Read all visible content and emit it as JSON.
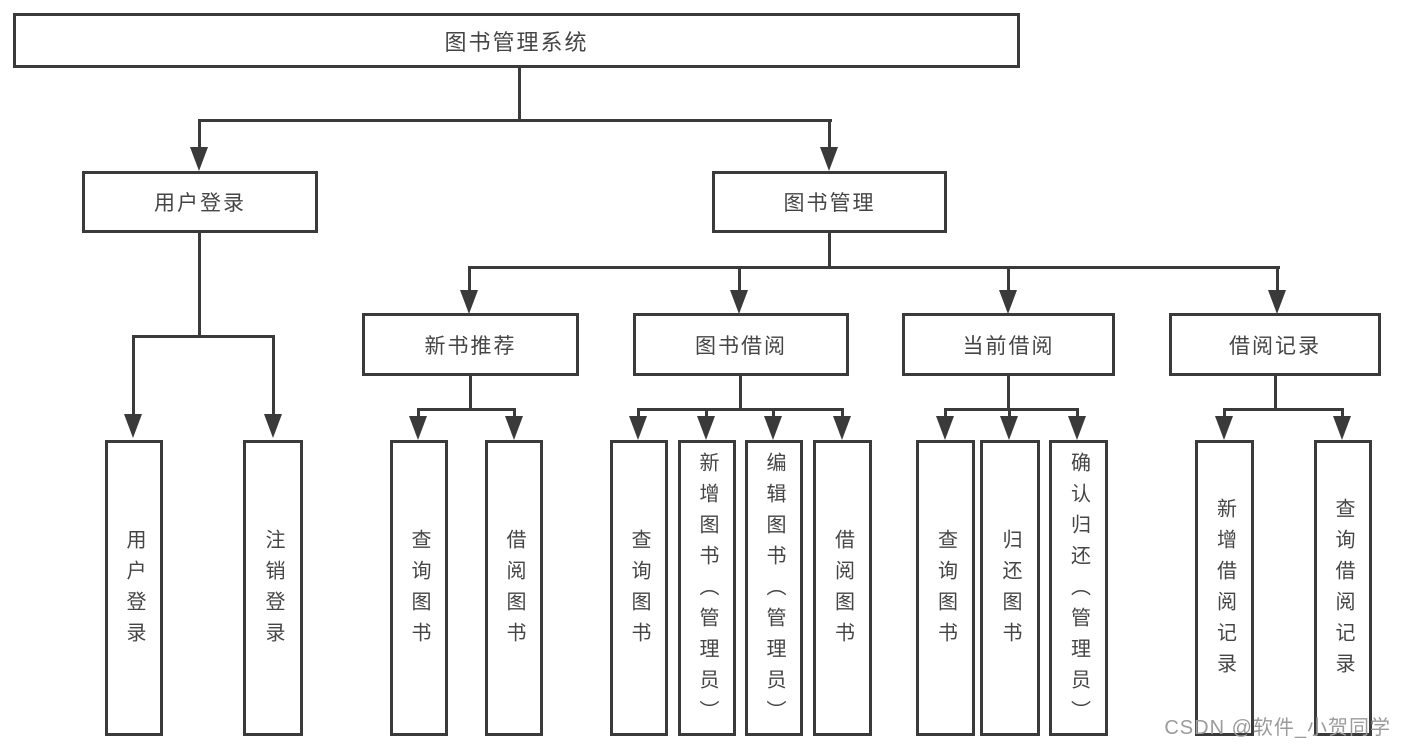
{
  "watermark": "CSDN @软件_小贺同学",
  "colors": {
    "line": "#3a3a3a",
    "node_border": "#3a3a3a",
    "node_text": "#454545",
    "watermark_text": "#9b9b9b",
    "background": "#ffffff"
  },
  "tree": {
    "root": "图书管理系统",
    "branches": [
      {
        "label": "用户登录",
        "children": [
          "用户登录",
          "注销登录"
        ]
      },
      {
        "label": "图书管理",
        "children": [
          {
            "label": "新书推荐",
            "children": [
              "查询图书",
              "借阅图书"
            ]
          },
          {
            "label": "图书借阅",
            "children": [
              "查询图书",
              "新增图书（管理员）",
              "编辑图书（管理员）",
              "借阅图书"
            ]
          },
          {
            "label": "当前借阅",
            "children": [
              "查询图书",
              "归还图书",
              "确认归还（管理员）"
            ]
          },
          {
            "label": "借阅记录",
            "children": [
              "新增借阅记录",
              "查询借阅记录"
            ]
          }
        ]
      }
    ]
  }
}
